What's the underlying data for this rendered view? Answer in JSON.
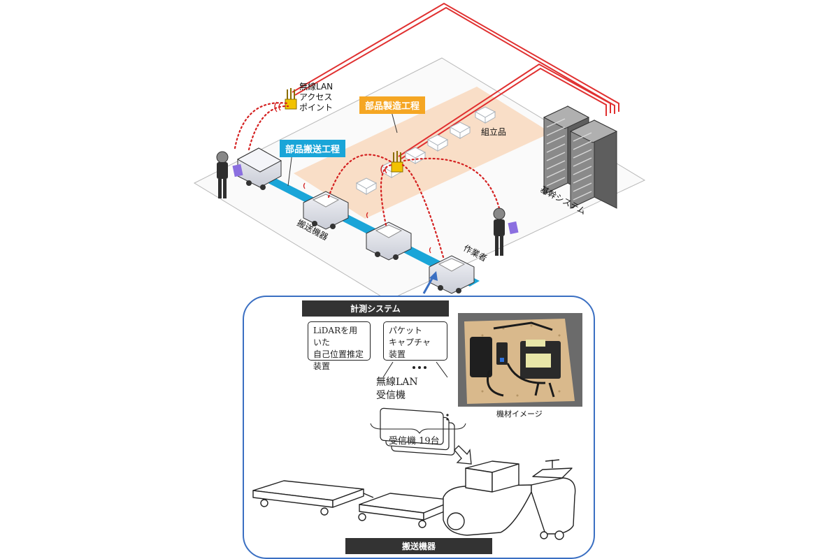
{
  "labels": {
    "ap_line1": "無線LAN",
    "ap_line2": "アクセス",
    "ap_line3": "ポイント",
    "manufacturing": "部品製造工程",
    "transport_process": "部品搬送工程",
    "assembly": "組立品",
    "core_system": "基幹システム",
    "transport_equipment": "搬送機器",
    "worker": "作業者"
  },
  "panel": {
    "title": "計測システム",
    "lidar_line1": "LiDARを用いた",
    "lidar_line2": "自己位置推定",
    "lidar_line3": "装置",
    "packet_line1": "パケット",
    "packet_line2": "キャプチャ",
    "packet_line3": "装置",
    "receiver_line1": "無線LAN",
    "receiver_line2": "受信機",
    "receiver_count": "受信機 19台",
    "photo_caption": "機材イメージ",
    "bottom_title": "搬送機器"
  },
  "colors": {
    "network_line": "#e03030",
    "manufacturing_zone": "#f9dcc4",
    "transport_lane": "#1aa5d8",
    "panel_border": "#3a6fc2"
  }
}
